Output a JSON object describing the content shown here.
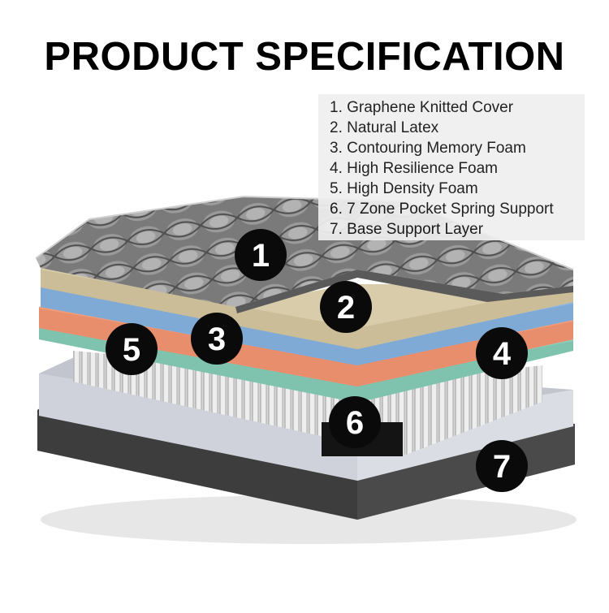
{
  "title": "PRODUCT SPECIFICATION",
  "spec_items": [
    "1. Graphene Knitted Cover",
    "2. Natural Latex",
    "3. Contouring Memory Foam",
    "4. High Resilience Foam",
    "5. High Density Foam",
    "6. 7 Zone Pocket Spring Support",
    "7. Base Support Layer"
  ],
  "badges": [
    "1",
    "2",
    "3",
    "4",
    "5",
    "6",
    "7"
  ],
  "colors": {
    "cover": "#6f6f6f",
    "latex": "#d8ccaa",
    "memory_foam": "#8fb8df",
    "resilience_foam": "#ee9c7c",
    "density_foam": "#8fcfbc",
    "frame": "#cfd2da",
    "base": "#3d3d3d",
    "badge": "#0a0a0a"
  }
}
